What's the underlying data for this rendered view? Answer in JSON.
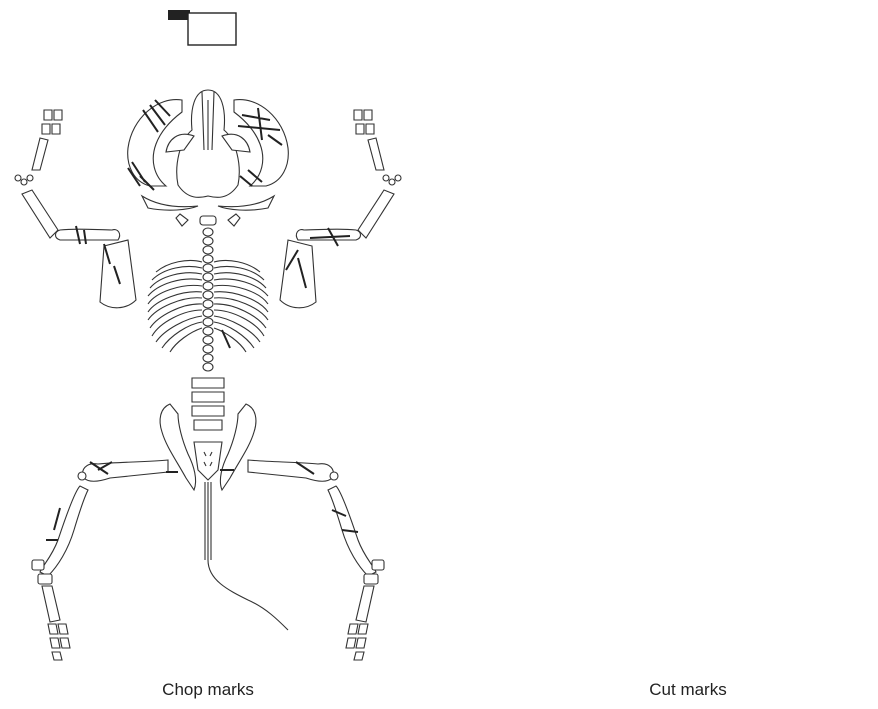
{
  "panels": [
    {
      "id": "chop",
      "caption": "Chop marks",
      "tool_icon": "cleaver-icon"
    },
    {
      "id": "cut",
      "caption": "Cut marks",
      "tool_icon": "knife-icon"
    }
  ],
  "colors": {
    "bone_outline": "#333333",
    "mark": "#222222",
    "background": "#ffffff"
  }
}
